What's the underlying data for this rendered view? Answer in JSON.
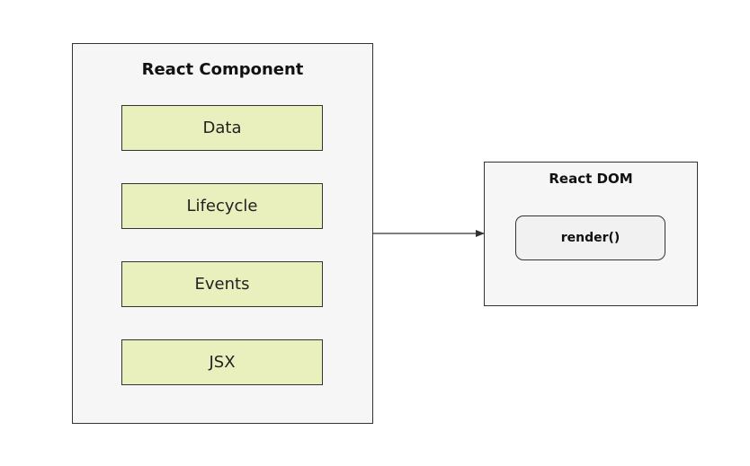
{
  "component": {
    "title": "React Component",
    "steps": [
      "Data",
      "Lifecycle",
      "Events",
      "JSX"
    ]
  },
  "dom": {
    "title": "React DOM",
    "method": "render()"
  },
  "colors": {
    "container_fill": "#f6f6f6",
    "step_fill": "#e9f0bd",
    "stroke": "#333333"
  }
}
